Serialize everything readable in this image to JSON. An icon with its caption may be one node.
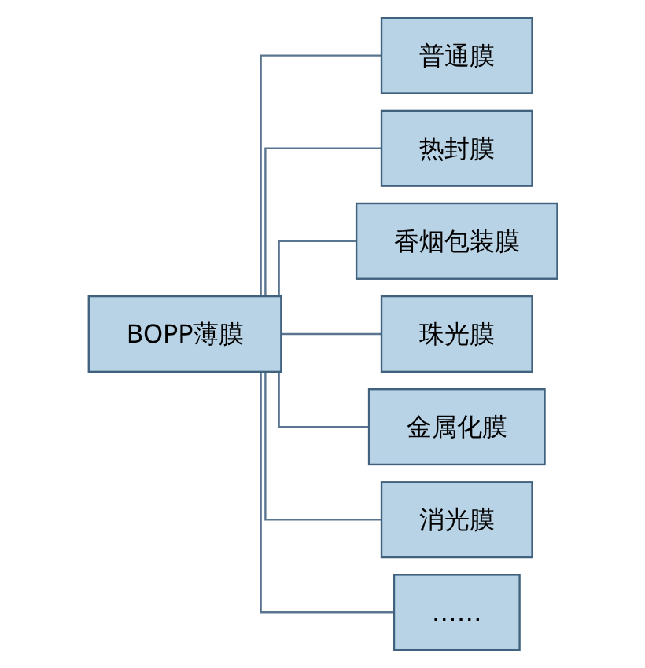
{
  "diagram": {
    "nodes": [
      {
        "text": [
          "BOPP薄膜"
        ]
      },
      {
        "text": [
          "普通膜"
        ]
      },
      {
        "text": [
          "热封膜"
        ]
      },
      {
        "text": [
          "香烟包装膜"
        ]
      },
      {
        "text": [
          "珠光膜"
        ]
      },
      {
        "text": [
          "金属化膜"
        ]
      },
      {
        "text": [
          "消光膜"
        ]
      },
      {
        "text": [
          "……"
        ]
      }
    ],
    "edges": [
      {
        "from": 0,
        "to": 1,
        "arrow": "none"
      },
      {
        "from": 0,
        "to": 2,
        "arrow": "none"
      },
      {
        "from": 0,
        "to": 3,
        "arrow": "none"
      },
      {
        "from": 0,
        "to": 4,
        "arrow": "none"
      },
      {
        "from": 0,
        "to": 5,
        "arrow": "none"
      },
      {
        "from": 0,
        "to": 6,
        "arrow": "none"
      },
      {
        "from": 0,
        "to": 7,
        "arrow": "none"
      }
    ]
  }
}
